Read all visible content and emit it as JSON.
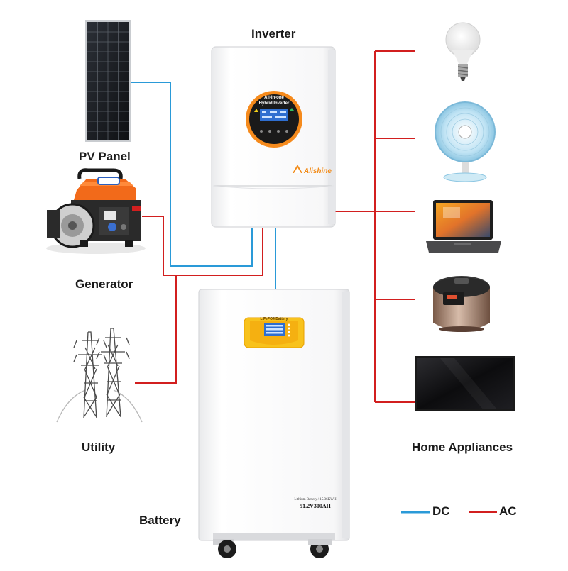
{
  "labels": {
    "inverter": "Inverter",
    "pv_panel": "PV Panel",
    "generator": "Generator",
    "utility": "Utility",
    "battery": "Battery",
    "home_appliances": "Home Appliances"
  },
  "legend": {
    "dc": "DC",
    "ac": "AC"
  },
  "inverter_device": {
    "screen_line1": "All-in-one",
    "screen_line2": "Hybrid Inverter",
    "brand": "Alishine"
  },
  "battery_device": {
    "panel_title": "LiFePO4 Battery",
    "nameplate_small": "Lithium Battery / 15.36KWH",
    "nameplate_rating": "51.2V300AH"
  },
  "colors": {
    "dc_line": "#2a9ad8",
    "ac_line": "#d21f1f",
    "brand_accent": "#f28c1a",
    "generator_body": "#f26a1a"
  },
  "icons": [
    "lightbulb-icon",
    "desk-fan-icon",
    "laptop-icon",
    "rice-cooker-icon",
    "tv-icon",
    "solar-panel-icon",
    "generator-icon",
    "pylon-icon"
  ]
}
